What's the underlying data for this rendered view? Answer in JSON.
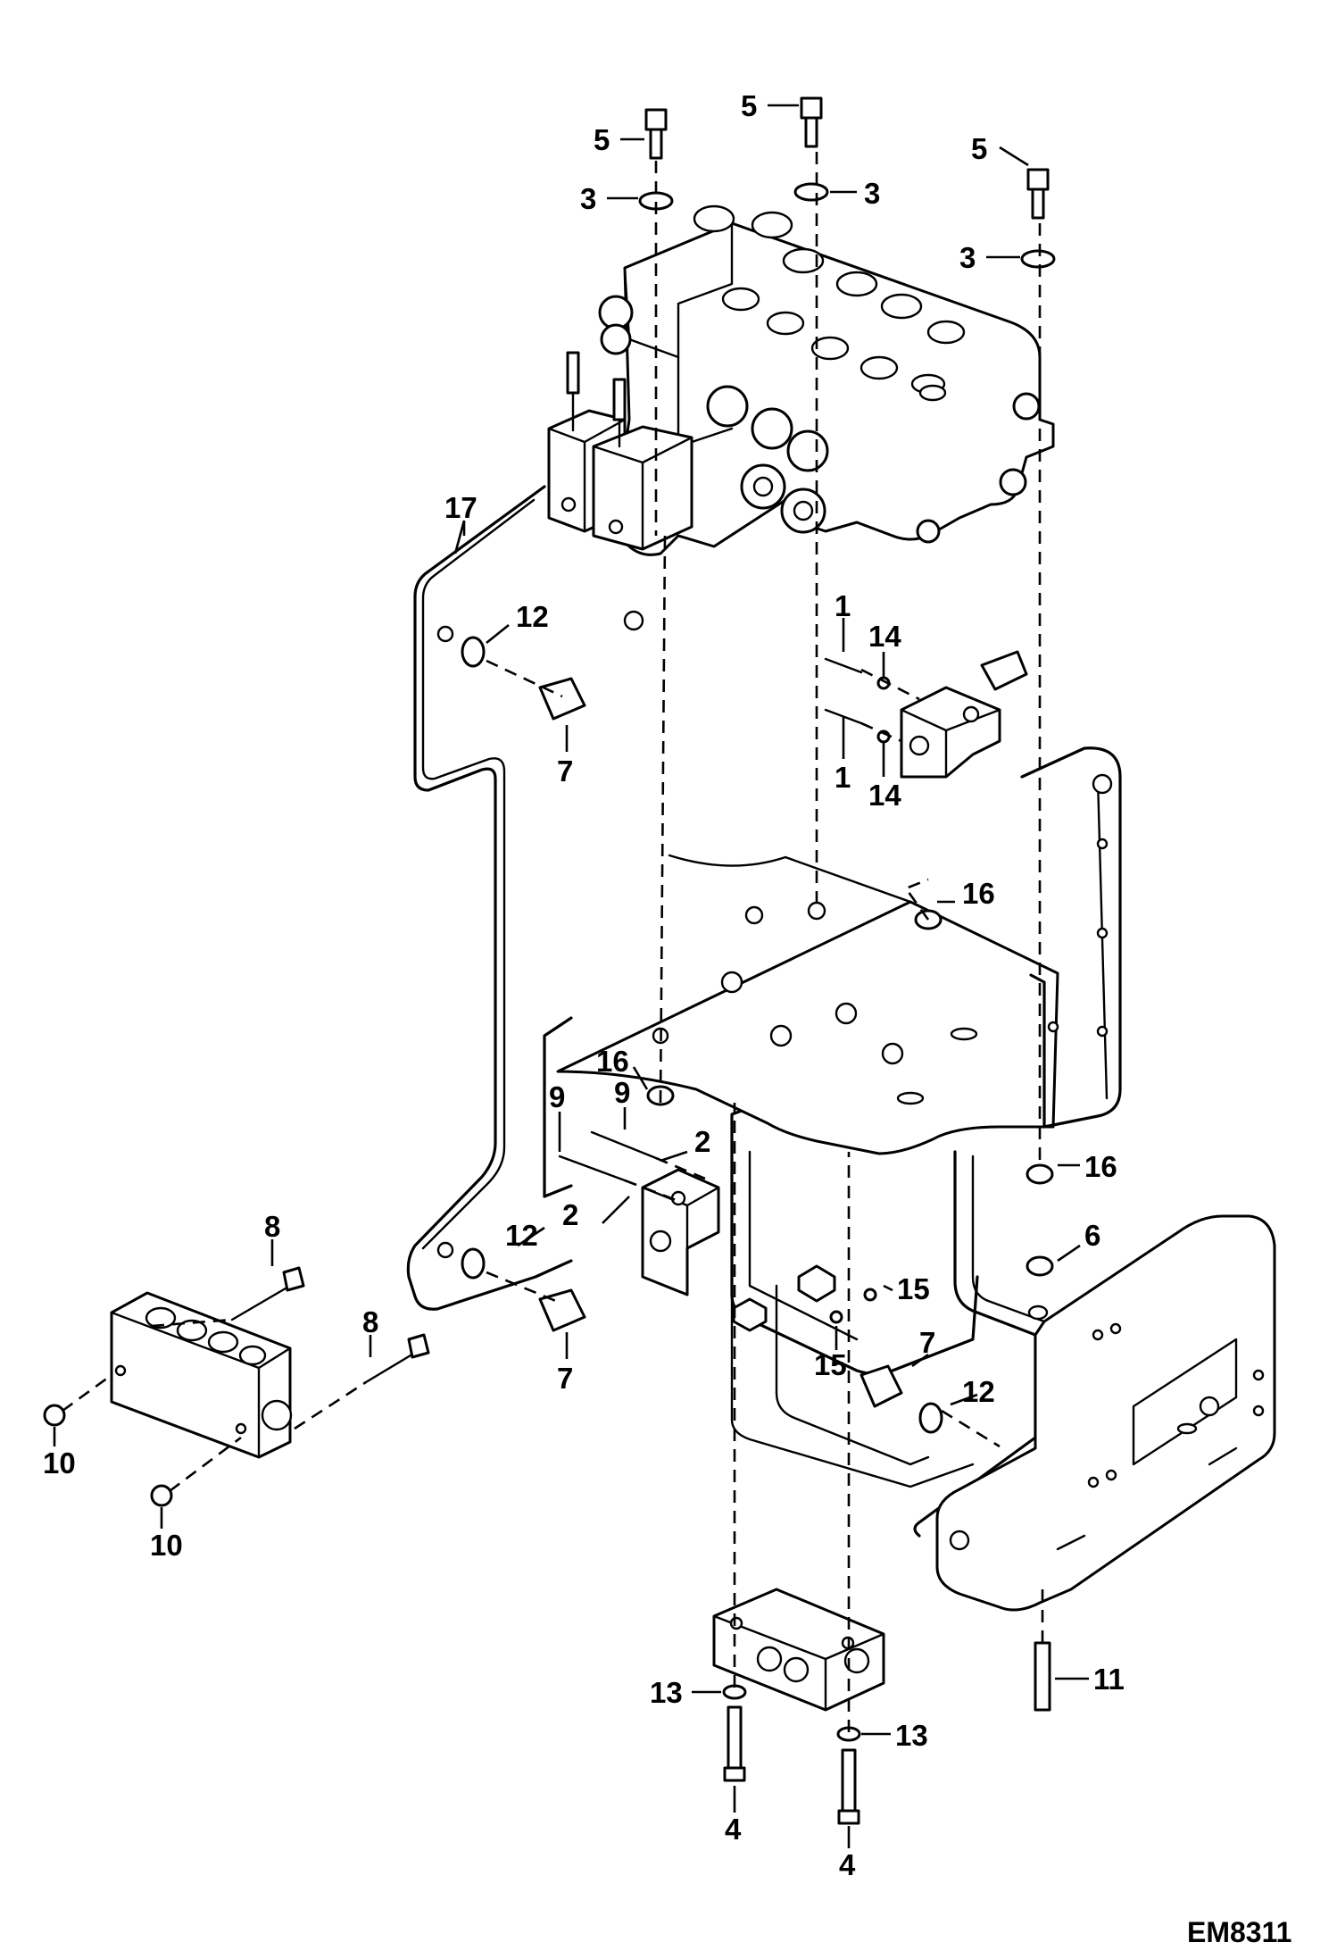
{
  "drawing_ref": "EM8311",
  "callouts": [
    "1",
    "2",
    "3",
    "4",
    "5",
    "6",
    "7",
    "8",
    "9",
    "10",
    "11",
    "12",
    "13",
    "14",
    "15",
    "16",
    "17"
  ]
}
